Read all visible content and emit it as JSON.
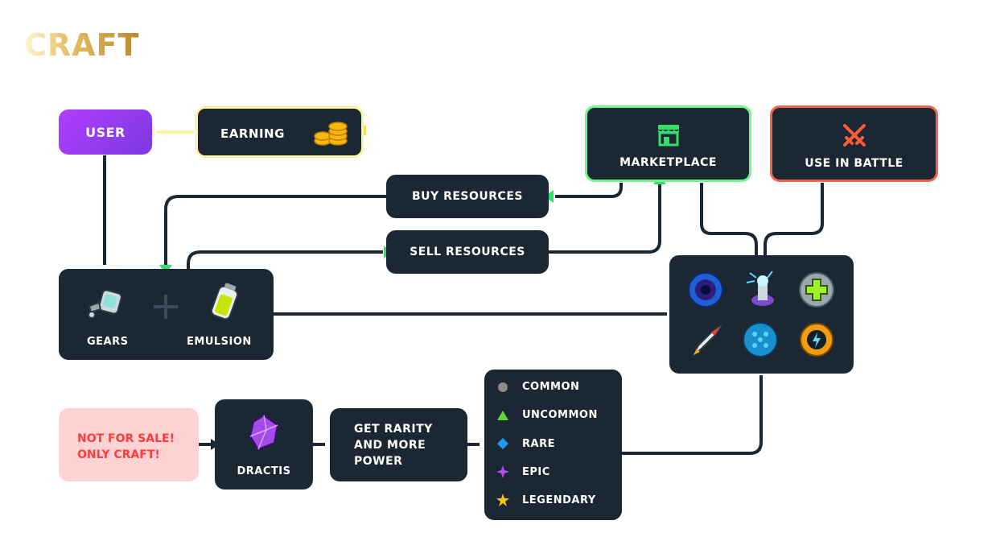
{
  "logo": "CRAFT",
  "nodes": {
    "user": "USER",
    "earning": "EARNING",
    "marketplace": "MARKETPLACE",
    "use_in_battle": "USE IN BATTLE",
    "buy_resources": "BUY RESOURCES",
    "sell_resources": "SELL RESOURCES",
    "gears": "GEARS",
    "emulsion": "EMULSION",
    "not_for_sale_line1": "NOT FOR SALE!",
    "not_for_sale_line2": "ONLY CRAFT!",
    "dractis": "DRACTIS",
    "rarity_line1": "GET RARITY",
    "rarity_line2": "AND MORE",
    "rarity_line3": "POWER"
  },
  "rarities": [
    {
      "label": "COMMON",
      "color": "#8c8c8c",
      "shape": "circle"
    },
    {
      "label": "UNCOMMON",
      "color": "#63d33a",
      "shape": "triangle"
    },
    {
      "label": "RARE",
      "color": "#1f9cf0",
      "shape": "diamond"
    },
    {
      "label": "EPIC",
      "color": "#b64cf5",
      "shape": "star4"
    },
    {
      "label": "LEGENDARY",
      "color": "#f5c518",
      "shape": "star5"
    }
  ],
  "colors": {
    "node_bg": "#1b2733",
    "user_accent": "#a63cff",
    "earning_border": "#fff3a0",
    "marketplace_border": "#6ff58a",
    "battle_border": "#f4644a",
    "arrow_green": "#35e06a",
    "arrow_yellow": "#f2e14a"
  },
  "icons": [
    "coins-icon",
    "store-icon",
    "crossed-swords-icon",
    "gear-icon",
    "emulsion-canister-icon",
    "dractis-crystal-icon",
    "vortex-orb-icon",
    "tesla-coil-icon",
    "heal-cross-icon",
    "rocket-icon",
    "hex-shield-icon",
    "energy-core-icon"
  ]
}
